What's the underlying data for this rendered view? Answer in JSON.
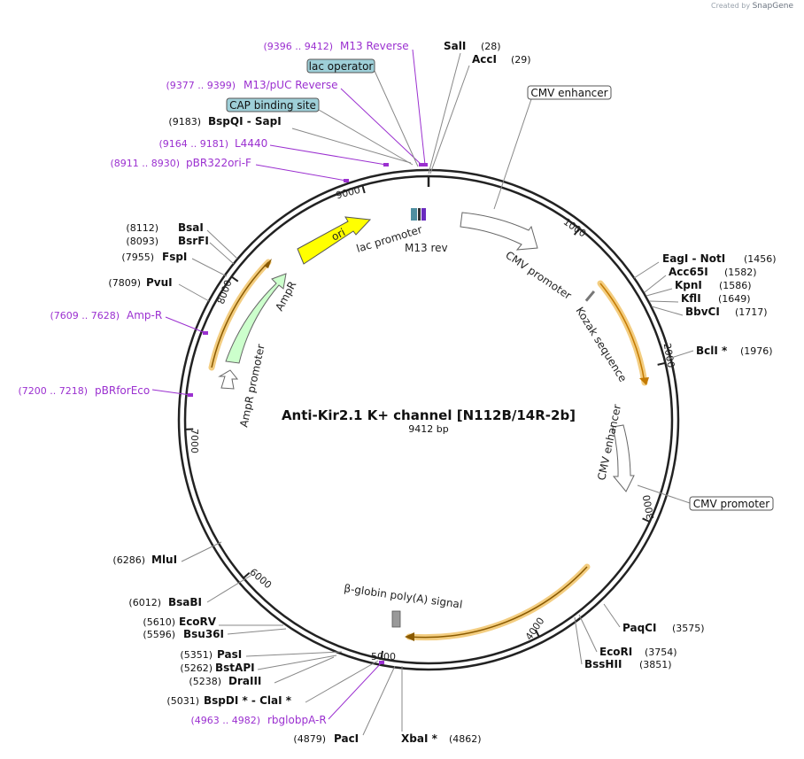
{
  "credit": {
    "prefix": "Created by",
    "brand": "SnapGene"
  },
  "map": {
    "title": "Anti-Kir2.1 K+ channel [N112B/14R-2b]",
    "size_label": "9412 bp",
    "total_bp": 9412,
    "ticks": [
      "1000",
      "2000",
      "3000",
      "4000",
      "5000",
      "6000",
      "7000",
      "8000",
      "9000"
    ]
  },
  "colors": {
    "primer": "#9b30d0",
    "enzyme": "#000000",
    "feature_yellow": "#ffff00",
    "amp_green": "#ccffcc",
    "promoter_white": "#ffffff",
    "blue_box": "#9ecfd8",
    "orange_glow": "#f0c060"
  },
  "enzymes_right": [
    {
      "name": "SalI",
      "pos": "(28)"
    },
    {
      "name": "AccI",
      "pos": "(29)"
    },
    {
      "name": "EagI  -  NotI",
      "pos": "(1456)"
    },
    {
      "name": "Acc65I",
      "pos": "(1582)"
    },
    {
      "name": "KpnI",
      "pos": "(1586)"
    },
    {
      "name": "KflI",
      "pos": "(1649)"
    },
    {
      "name": "BbvCI",
      "pos": "(1717)"
    },
    {
      "name": "BclI *",
      "pos": "(1976)"
    },
    {
      "name": "PaqCI",
      "pos": "(3575)"
    },
    {
      "name": "EcoRI",
      "pos": "(3754)"
    },
    {
      "name": "BssHII",
      "pos": "(3851)"
    },
    {
      "name": "XbaI *",
      "pos": "(4862)"
    }
  ],
  "enzymes_left": [
    {
      "name": "BspQI  -  SapI",
      "pos": "(9183)"
    },
    {
      "name": "BsaI",
      "pos": "(8112)"
    },
    {
      "name": "BsrFI",
      "pos": "(8093)"
    },
    {
      "name": "FspI",
      "pos": "(7955)"
    },
    {
      "name": "PvuI",
      "pos": "(7809)"
    },
    {
      "name": "MluI",
      "pos": "(6286)"
    },
    {
      "name": "BsaBI",
      "pos": "(6012)"
    },
    {
      "name": "EcoRV",
      "pos": "(5610)"
    },
    {
      "name": "Bsu36I",
      "pos": "(5596)"
    },
    {
      "name": "PasI",
      "pos": "(5351)"
    },
    {
      "name": "BstAPI",
      "pos": "(5262)"
    },
    {
      "name": "DraIII",
      "pos": "(5238)"
    },
    {
      "name": "BspDI *  -  ClaI *",
      "pos": "(5031)"
    },
    {
      "name": "PacI",
      "pos": "(4879)"
    }
  ],
  "primers": [
    {
      "name": "M13 Reverse",
      "range": "(9396 .. 9412)"
    },
    {
      "name": "M13/pUC Reverse",
      "range": "(9377 .. 9399)"
    },
    {
      "name": "L4440",
      "range": "(9164 .. 9181)"
    },
    {
      "name": "pBR322ori-F",
      "range": "(8911 .. 8930)"
    },
    {
      "name": "Amp-R",
      "range": "(7609 .. 7628)"
    },
    {
      "name": "pBRforEco",
      "range": "(7200 .. 7218)"
    },
    {
      "name": "rbglobpA-R",
      "range": "(4963 .. 4982)"
    }
  ],
  "boxed_features": [
    {
      "name": "lac operator"
    },
    {
      "name": "CAP binding site"
    },
    {
      "name": "CMV enhancer"
    },
    {
      "name": "CMV promoter"
    }
  ],
  "inner_features": [
    {
      "name": "ori"
    },
    {
      "name": "lac promoter"
    },
    {
      "name": "M13 rev"
    },
    {
      "name": "CMV promoter"
    },
    {
      "name": "Kozak sequence"
    },
    {
      "name": "CMV enhancer"
    },
    {
      "name": "β-globin poly(A) signal"
    },
    {
      "name": "AmpR"
    },
    {
      "name": "AmpR promoter"
    }
  ]
}
